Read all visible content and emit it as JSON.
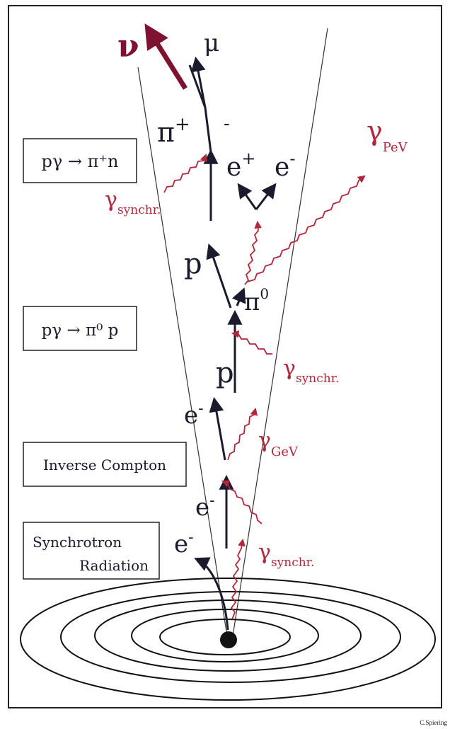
{
  "colors": {
    "particle": "#1b1b2e",
    "photon": "#b0283a",
    "neutrino": "#7d1330",
    "frame": "#222222"
  },
  "processes": {
    "charged_pion": "pγ → π⁺n",
    "neutral_pion": "pγ → π⁰ p",
    "inverse_compton": "Inverse  Compton",
    "synchrotron_line1": "Synchrotron",
    "synchrotron_line2": "Radiation"
  },
  "particles": {
    "nu": "ν",
    "mu": "μ",
    "minus": "-",
    "pi_plus_base": "π",
    "pi_plus_sup": "+",
    "e_plus_base": "e",
    "e_plus_sup": "+",
    "e_minus_top_base": "e",
    "e_minus_top_sup": "-",
    "p_upper": "p",
    "pi_zero_base": "π",
    "pi_zero_sup": "0",
    "p_lower": "p",
    "e_minus_mid_base": "e",
    "e_minus_mid_sup": "-",
    "e_minus_low_base": "e",
    "e_minus_low_sup": "-",
    "e_minus_bottom_base": "e",
    "e_minus_bottom_sup": "-"
  },
  "photons": {
    "gamma": "γ",
    "pev_sub": "PeV",
    "gev_sub": "GeV",
    "synchr_sub": "synchr."
  },
  "credit": "C.Spiering"
}
